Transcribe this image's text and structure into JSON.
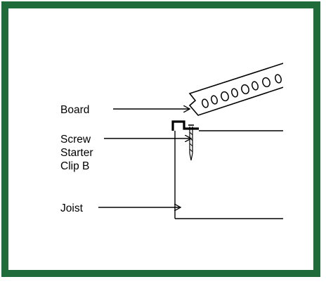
{
  "labels": {
    "board": "Board",
    "screw": "Screw",
    "starter": "Starter",
    "clip": "Clip B",
    "joist": "Joist"
  },
  "colors": {
    "frame": "#1f6b3a",
    "line": "#000000"
  }
}
